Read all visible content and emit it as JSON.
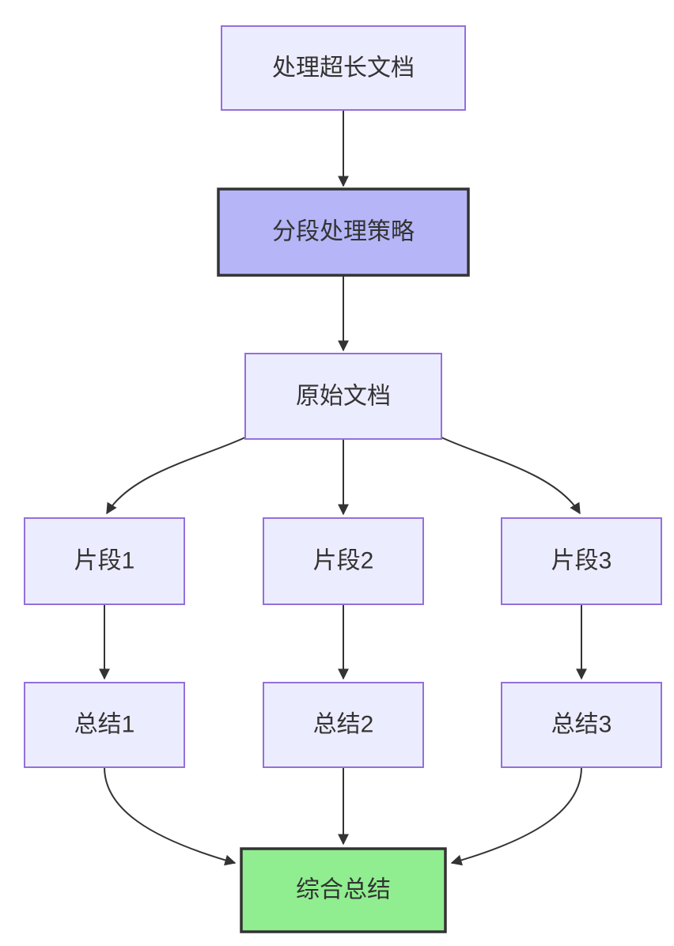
{
  "diagram": {
    "type": "flowchart",
    "direction": "top-down",
    "nodes": {
      "process_long_document": {
        "label": "处理超长文档",
        "style": "default"
      },
      "segmentation_strategy": {
        "label": "分段处理策略",
        "style": "highlight-purple"
      },
      "original_document": {
        "label": "原始文档",
        "style": "default"
      },
      "fragment_1": {
        "label": "片段1",
        "style": "default"
      },
      "fragment_2": {
        "label": "片段2",
        "style": "default"
      },
      "fragment_3": {
        "label": "片段3",
        "style": "default"
      },
      "summary_1": {
        "label": "总结1",
        "style": "default"
      },
      "summary_2": {
        "label": "总结2",
        "style": "default"
      },
      "summary_3": {
        "label": "总结3",
        "style": "default"
      },
      "combined_summary": {
        "label": "综合总结",
        "style": "highlight-green"
      }
    },
    "edges": [
      {
        "from": "process_long_document",
        "to": "segmentation_strategy"
      },
      {
        "from": "segmentation_strategy",
        "to": "original_document"
      },
      {
        "from": "original_document",
        "to": "fragment_1"
      },
      {
        "from": "original_document",
        "to": "fragment_2"
      },
      {
        "from": "original_document",
        "to": "fragment_3"
      },
      {
        "from": "fragment_1",
        "to": "summary_1"
      },
      {
        "from": "fragment_2",
        "to": "summary_2"
      },
      {
        "from": "fragment_3",
        "to": "summary_3"
      },
      {
        "from": "summary_1",
        "to": "combined_summary"
      },
      {
        "from": "summary_2",
        "to": "combined_summary"
      },
      {
        "from": "summary_3",
        "to": "combined_summary"
      }
    ],
    "colors": {
      "background": "#ffffff",
      "node_fill": "#ECECFF",
      "node_border": "#9370DB",
      "highlight_purple_fill": "#b5b5f7",
      "highlight_border": "#333333",
      "highlight_green_fill": "#90EE90",
      "edge_color": "#333333",
      "text_color": "#333333"
    }
  }
}
